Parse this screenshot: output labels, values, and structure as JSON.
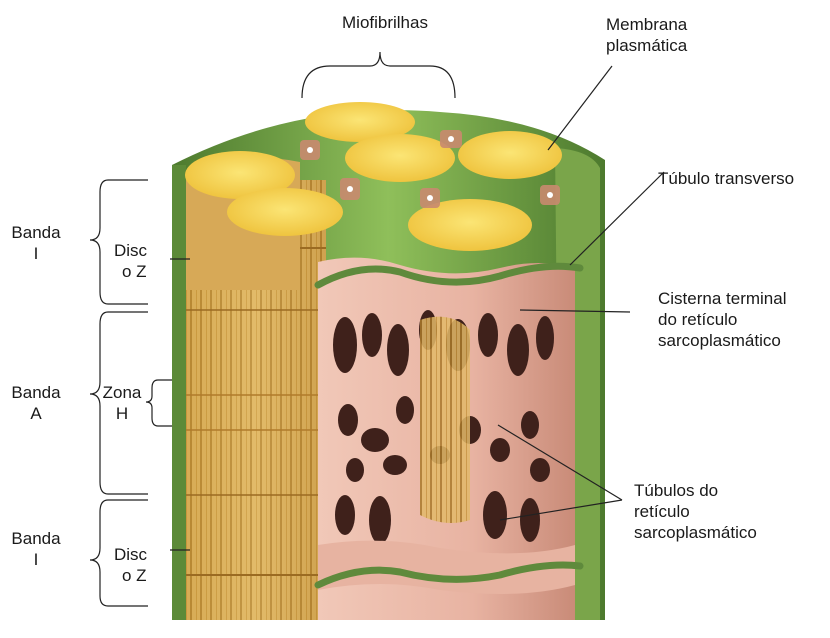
{
  "labels": {
    "miofibrilhas": "Miofibrilhas",
    "membrana_l1": "Membrana",
    "membrana_l2": "plasmática",
    "tubulo_transverso": "Túbulo transverso",
    "banda_i_top_l1": "Banda",
    "banda_i_top_l2": "I",
    "disco_z_top_l1": "Disc",
    "disco_z_top_l2": "o Z",
    "cisterna_l1": "Cisterna terminal",
    "cisterna_l2": "do retículo",
    "cisterna_l3": "sarcoplasmático",
    "banda_a_l1": "Banda",
    "banda_a_l2": "A",
    "zona_h_l1": "Zona",
    "zona_h_l2": "H",
    "tubulos_l1": "Túbulos do",
    "tubulos_l2": "retículo",
    "tubulos_l3": "sarcoplasmático",
    "banda_i_bot_l1": "Banda",
    "banda_i_bot_l2": "I",
    "disco_z_bot_l1": "Disc",
    "disco_z_bot_l2": "o Z"
  },
  "colors": {
    "membrane_green": "#5f8a3c",
    "membrane_light": "#8cb45a",
    "myofibril_yellow": "#f5d44a",
    "myofibril_stripes": "#b8862f",
    "reticulum_pink": "#e9b7a6",
    "reticulum_dark": "#4a2a22"
  }
}
